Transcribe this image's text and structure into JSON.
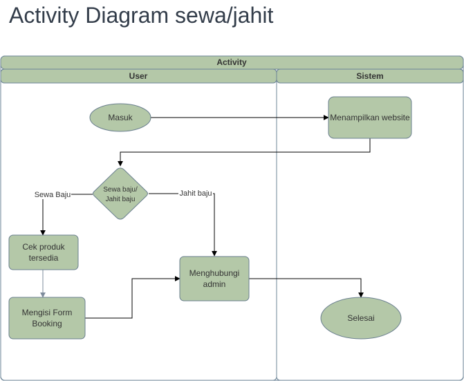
{
  "page": {
    "title": "Activity Diagram sewa/jahit"
  },
  "diagram": {
    "pool_title": "Activity",
    "lanes": {
      "user": "User",
      "system": "Sistem"
    },
    "nodes": {
      "masuk": "Masuk",
      "menampilkan_website": "Menampilkan website",
      "decision_line1": "Sewa baju/",
      "decision_line2": "Jahit baju",
      "cek_line1": "Cek produk",
      "cek_line2": "tersedia",
      "form_line1": "Mengisi Form",
      "form_line2": "Booking",
      "admin_line1": "Menghubungi",
      "admin_line2": "admin",
      "selesai": "Selesai"
    },
    "edge_labels": {
      "sewa": "Sewa Baju",
      "jahit": "Jahit baju"
    },
    "colors": {
      "node_fill": "#b4c8a8",
      "node_stroke": "#6a7f8f",
      "lane_border": "#6c8497",
      "edge": "#000000",
      "edge_muted": "#7e8c9c"
    }
  }
}
